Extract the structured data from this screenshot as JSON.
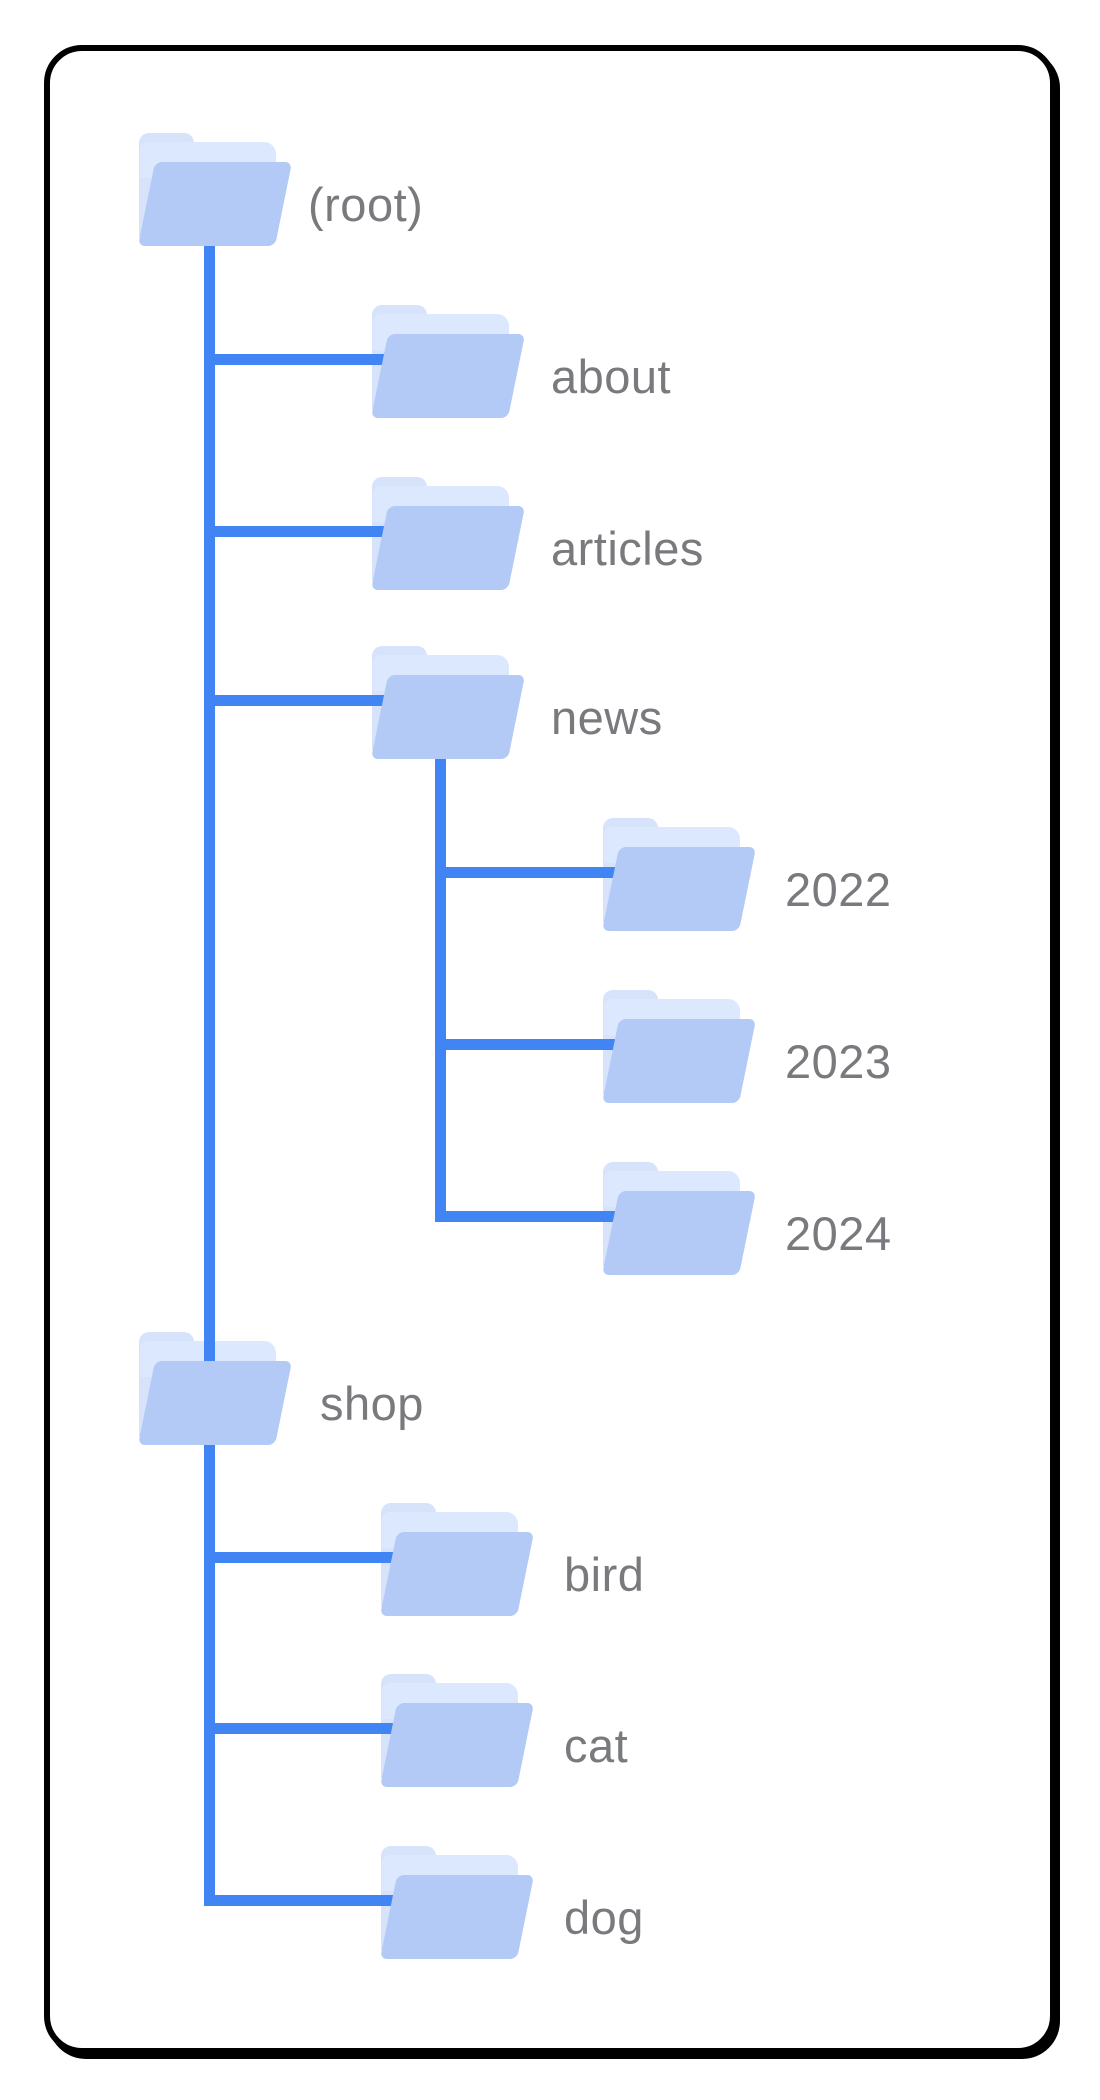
{
  "diagram_type": "folder-tree",
  "colors": {
    "connector-blue": "#4184f3",
    "folder-front": "#b2caf5",
    "folder-back": "#d7e2fb",
    "folder-flap": "#dce8fd",
    "label-gray": "#797a7d",
    "card-border": "#000000",
    "card-bg": "#ffffff",
    "page-bg": "#ffffff"
  },
  "hierarchy": {
    "label": "(root)",
    "children": [
      {
        "label": "about",
        "children": []
      },
      {
        "label": "articles",
        "children": []
      },
      {
        "label": "news",
        "children": [
          {
            "label": "2022"
          },
          {
            "label": "2023"
          },
          {
            "label": "2024"
          }
        ]
      },
      {
        "label": "shop",
        "children": [
          {
            "label": "bird"
          },
          {
            "label": "cat"
          },
          {
            "label": "dog"
          }
        ]
      }
    ]
  }
}
